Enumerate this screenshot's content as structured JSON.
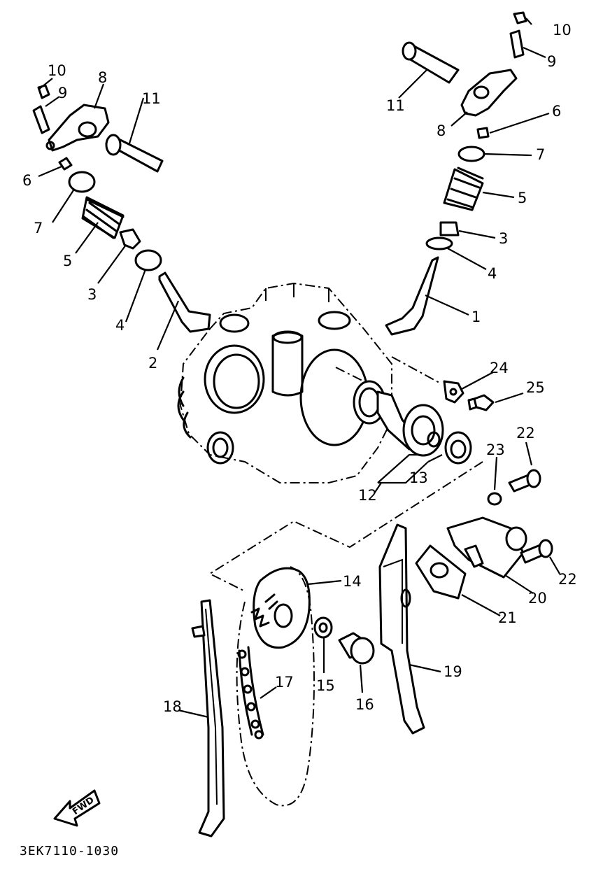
{
  "diagram": {
    "code": "3EK7110-1030",
    "direction_label": "FWD",
    "callouts": [
      "1",
      "2",
      "3",
      "3",
      "4",
      "4",
      "5",
      "5",
      "6",
      "6",
      "7",
      "7",
      "8",
      "8",
      "9",
      "9",
      "10",
      "10",
      "11",
      "11",
      "12",
      "13",
      "14",
      "15",
      "16",
      "17",
      "18",
      "19",
      "20",
      "21",
      "22",
      "22",
      "23",
      "24",
      "25"
    ]
  }
}
